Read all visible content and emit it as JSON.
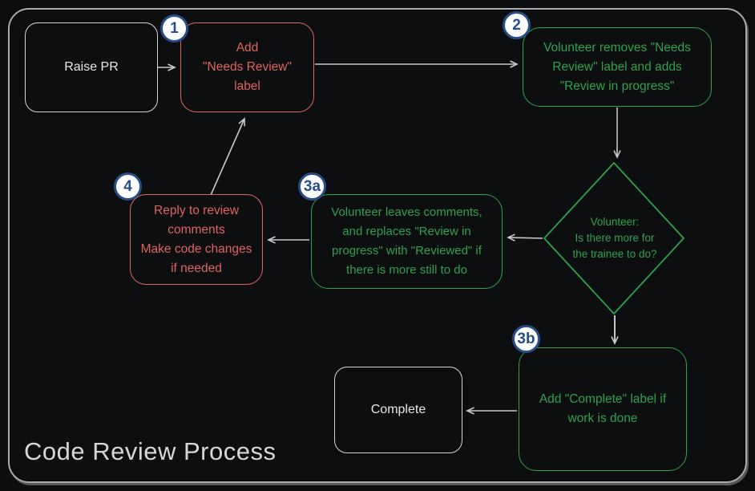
{
  "title": "Code Review Process",
  "colors": {
    "red": "#e0635c",
    "green": "#2ea24b",
    "neutral": "#d6d6d6",
    "badge_blue": "#274e87",
    "arrow": "#c9c9c9",
    "background": "#0d0e10"
  },
  "nodes": {
    "raise_pr": {
      "label": "Raise PR"
    },
    "step1": {
      "badge": "1",
      "label": "Add\n\"Needs Review\"\nlabel"
    },
    "step2": {
      "badge": "2",
      "label": "Volunteer removes \"Needs\nReview\" label and adds\n\"Review in progress\""
    },
    "decision": {
      "label": "Volunteer:\nIs there more for\nthe trainee to do?"
    },
    "step3a": {
      "badge": "3a",
      "label": "Volunteer leaves comments,\nand replaces \"Review in\nprogress\" with \"Reviewed\" if\nthere is more still to do"
    },
    "step4": {
      "badge": "4",
      "label": "Reply to review\ncomments\nMake code changes\nif needed"
    },
    "step3b": {
      "badge": "3b",
      "label": "Add \"Complete\" label if\nwork is done"
    },
    "complete": {
      "label": "Complete"
    }
  }
}
